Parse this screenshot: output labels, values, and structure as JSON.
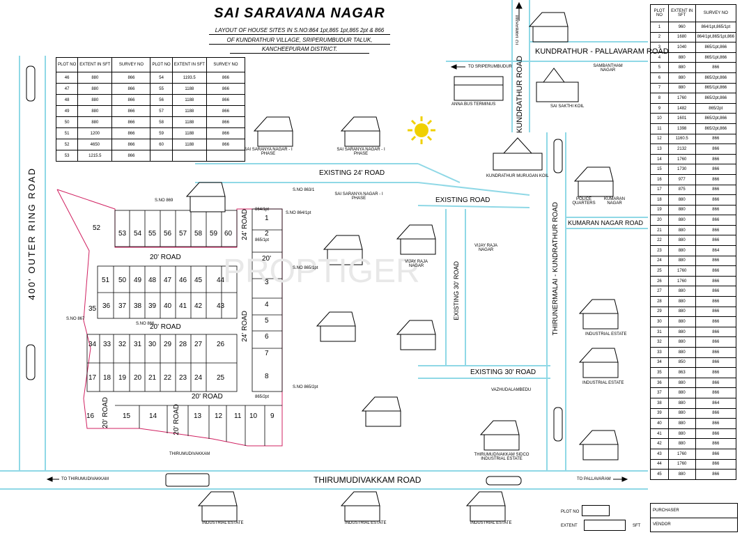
{
  "header": {
    "title": "SAI SARAVANA NAGAR",
    "line1": "LAYOUT OF HOUSE SITES IN S.NO:864 1pt,865 1pt,865 2pt & 866",
    "line2": "OF KUNDRATHUR  VILLAGE, SRIPERUMBUDUR TALUK,",
    "line3": "KANCHEEPURAM DISTRICT."
  },
  "table_headers": {
    "plot": "PLOT NO",
    "extent": "EXTENT IN SFT",
    "survey": "SURVEY NO"
  },
  "left_table_a": [
    [
      "46",
      "880",
      "866"
    ],
    [
      "47",
      "880",
      "866"
    ],
    [
      "48",
      "880",
      "866"
    ],
    [
      "49",
      "880",
      "866"
    ],
    [
      "50",
      "880",
      "866"
    ],
    [
      "51",
      "1200",
      "866"
    ],
    [
      "52",
      "4650",
      "866"
    ],
    [
      "53",
      "1215.5",
      "866"
    ]
  ],
  "left_table_b": [
    [
      "54",
      "1193.5",
      "866"
    ],
    [
      "55",
      "1188",
      "866"
    ],
    [
      "56",
      "1188",
      "866"
    ],
    [
      "57",
      "1188",
      "866"
    ],
    [
      "58",
      "1188",
      "866"
    ],
    [
      "59",
      "1188",
      "866"
    ],
    [
      "60",
      "1188",
      "866"
    ]
  ],
  "right_table": [
    [
      "1",
      "960",
      "864/1pt,865/1pt"
    ],
    [
      "2",
      "1680",
      "864/1pt,865/1pt,866"
    ],
    [
      "3",
      "1040",
      "865/1pt,866"
    ],
    [
      "4",
      "880",
      "865/1pt,866"
    ],
    [
      "5",
      "880",
      "866"
    ],
    [
      "6",
      "880",
      "865/2pt,866"
    ],
    [
      "7",
      "880",
      "865/1pt,866"
    ],
    [
      "8",
      "1760",
      "865/2pt,866"
    ],
    [
      "9",
      "1482",
      "865/2pt"
    ],
    [
      "10",
      "1601",
      "865/2pt,866"
    ],
    [
      "11",
      "1398",
      "865/2pt,866"
    ],
    [
      "12",
      "1160.5",
      "866"
    ],
    [
      "13",
      "2132",
      "866"
    ],
    [
      "14",
      "1760",
      "866"
    ],
    [
      "15",
      "1730",
      "866"
    ],
    [
      "16",
      "977",
      "866"
    ],
    [
      "17",
      "875",
      "866"
    ],
    [
      "18",
      "880",
      "866"
    ],
    [
      "19",
      "880",
      "866"
    ],
    [
      "20",
      "880",
      "866"
    ],
    [
      "21",
      "880",
      "866"
    ],
    [
      "22",
      "880",
      "866"
    ],
    [
      "23",
      "880",
      "864"
    ],
    [
      "24",
      "880",
      "866"
    ],
    [
      "25",
      "1760",
      "866"
    ],
    [
      "26",
      "1760",
      "866"
    ],
    [
      "27",
      "880",
      "866"
    ],
    [
      "28",
      "880",
      "866"
    ],
    [
      "29",
      "880",
      "866"
    ],
    [
      "30",
      "880",
      "866"
    ],
    [
      "31",
      "880",
      "866"
    ],
    [
      "32",
      "880",
      "866"
    ],
    [
      "33",
      "880",
      "866"
    ],
    [
      "34",
      "850",
      "866"
    ],
    [
      "35",
      "863",
      "866"
    ],
    [
      "36",
      "880",
      "866"
    ],
    [
      "37",
      "880",
      "866"
    ],
    [
      "38",
      "880",
      "864"
    ],
    [
      "39",
      "880",
      "866"
    ],
    [
      "40",
      "880",
      "866"
    ],
    [
      "41",
      "880",
      "866"
    ],
    [
      "42",
      "880",
      "866"
    ],
    [
      "43",
      "1760",
      "866"
    ],
    [
      "44",
      "1760",
      "866"
    ],
    [
      "45",
      "880",
      "866"
    ]
  ],
  "roads": {
    "outer_ring": "400' OUTER RING ROAD",
    "kundrathur_pallavaram": "KUNDRATHUR - PALLAVARAM ROAD",
    "kundrathur_road": "KUNDRATHUR ROAD",
    "to_tambaram": "TO TAMBARAM",
    "to_sriperumbudur": "TO SRIPERUMBUDUR",
    "existing_24": "EXISTING 24' ROAD",
    "existing": "EXISTING ROAD",
    "existing_30_v": "EXISTING 30' ROAD",
    "existing_30_h": "EXISTING 30' ROAD",
    "thirunermalai": "THIRUNERMALAI - KUNDRATHUR ROAD",
    "kumaran_nagar_road": "KUMARAN NAGAR ROAD",
    "thirumudivakkam_road": "THIRUMUDIVAKKAM  ROAD",
    "to_thirumudivakkam": "TO THIRUMUDIVAKKAM",
    "to_pallavaram": "TO PALLAVARAM",
    "road20_a": "20' ROAD",
    "road20_b": "20' ROAD",
    "road20_c": "20' ROAD",
    "road20_d": "20' ROAD",
    "road20_e": "20' ROAD",
    "road24_a": "24' ROAD",
    "road24_b": "24' ROAD",
    "road20_f": "20'"
  },
  "places": {
    "sai_saranya_1": "SAI SARANYA NAGAR - I PHASE",
    "sai_saranya_2": "SAI SARANYA NAGAR - I PHASE",
    "sai_saranya_3": "SAI SARANYA NAGAR - I PHASE",
    "sambantham": "SAMBANTHAM NAGAR",
    "sai_sakthi": "SAI SAKTHI KOIL",
    "anna_bus": "ANNA BUS TERMINUS",
    "murugan": "KUNDRATHUR MURUGAN KOIL",
    "police": "POLICE QUARTERS",
    "kumaran": "KUMARAN NAGAR",
    "vijayaraja_1": "VIJAY RAJA NAGAR",
    "vijayaraja_2": "VIJAY RAJA NAGAR",
    "industrial_1": "INDUSTRIAL ESTATE",
    "industrial_2": "INDUSTRIAL ESTATE",
    "thirumudivakkam_ind": "THIRUMUDIVAKKAM SIDCO INDUSTRIAL ESTATE",
    "vazhudalambedu": "VAZHUDALAMBEDU",
    "thirumudivakkam": "THIRUMUDIVAKKAM",
    "industrial_b1": "INDUSTRIAL ESTATE",
    "industrial_b2": "INDUSTRIAL ESTATE",
    "industrial_b3": "INDUSTRIAL ESTATE"
  },
  "survey_labels": {
    "sno869": "S.NO 869",
    "sno863": "S.NO 863/1",
    "sno864": "S.NO 864/1pt",
    "sno8641": "864/1pt",
    "sno865a": "865/1pt",
    "sno865b": "S.NO 865/1pt",
    "sno866": "S.NO 866",
    "sno867": "S.NO 867",
    "sno8652": "S.NO 865/2pt",
    "sno8652b": "865/2pt"
  },
  "plots": {
    "row_top": [
      "53",
      "54",
      "55",
      "56",
      "57",
      "58",
      "59",
      "60"
    ],
    "row_2": [
      "51",
      "50",
      "49",
      "48",
      "47",
      "46",
      "45",
      "44"
    ],
    "row_3": [
      "36",
      "37",
      "38",
      "39",
      "40",
      "41",
      "42",
      "43"
    ],
    "row_4": [
      "34",
      "33",
      "32",
      "31",
      "30",
      "29",
      "28",
      "27",
      "26"
    ],
    "row_5": [
      "17",
      "18",
      "19",
      "20",
      "21",
      "22",
      "23",
      "24",
      "25"
    ],
    "row_bottom": [
      "16",
      "15",
      "14",
      "13",
      "12",
      "11",
      "10",
      "9"
    ],
    "right_col": [
      "1",
      "2",
      "3",
      "4",
      "5",
      "6",
      "7",
      "8"
    ],
    "other": {
      "p52": "52",
      "p35": "35"
    }
  },
  "footer": {
    "plot_no": "PLOT NO",
    "extent": "EXTENT",
    "sft": "SFT",
    "purchaser": "PURCHASER",
    "vendor": "VENDOR"
  },
  "watermark": "PROPTIGER",
  "colors": {
    "road": "#8fd8e6",
    "plot_line": "#000000",
    "sun": "#f0d000",
    "plot_border": "#e04070"
  }
}
